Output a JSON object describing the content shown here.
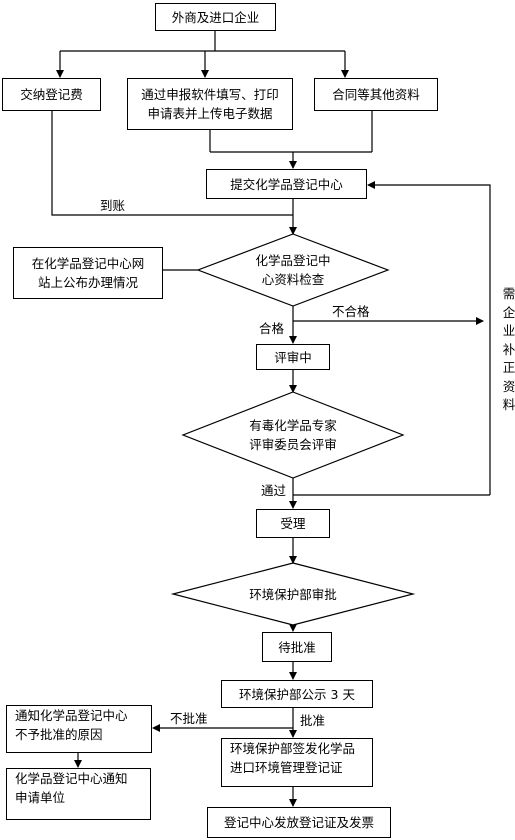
{
  "nodes": {
    "start": "外商及进口企业",
    "fee": "交纳登记费",
    "software_line1": "通过申报软件填写、打印",
    "software_line2": "申请表并上传电子数据",
    "contract": "合同等其他资料",
    "submit": "提交化学品登记中心",
    "publish_line1": "在化学品登记中心网",
    "publish_line2": "站上公布办理情况",
    "check_line1": "化学品登记中",
    "check_line2": "心资料检查",
    "reviewing": "评审中",
    "expert_line1": "有毒化学品专家",
    "expert_line2": "评审委员会评审",
    "accepted": "受理",
    "epa_approval": "环境保护部审批",
    "pending": "待批准",
    "publicity": "环境保护部公示 3 天",
    "notify_line1": "通知化学品登记中心",
    "notify_line2": "不予批准的原因",
    "notify_applicant_line1": "化学品登记中心通知",
    "notify_applicant_line2": "申请单位",
    "certificate_line1": "环境保护部签发化学品",
    "certificate_line2": "进口环境管理登记证",
    "issue": "登记中心发放登记证及发票"
  },
  "labels": {
    "paid": "到账",
    "fail": "不合格",
    "pass_check": "合格",
    "passed": "通过",
    "not_approved": "不批准",
    "approved": "批准",
    "supplement": "需企业补正资料"
  }
}
